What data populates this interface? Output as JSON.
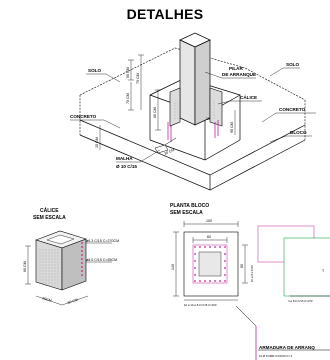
{
  "title": "DETALHES",
  "detail3d": {
    "solo_left": "SOLO",
    "solo_right": "SOLO",
    "concreto_left": "CONCRETO",
    "concreto_right": "CONCRETO",
    "pilar": "PILAR",
    "de_arranque": "DE ARRANQUE",
    "calice": "CÁLICE",
    "bloco": "BLOCO",
    "malha": "MALHA",
    "malha_spec": "Ø 10 C/15",
    "dim_50cm": "50 CM",
    "dim_70cm_a": "70 CM",
    "dim_70cm_b": "70 CM",
    "dim_60cm": "60 CM",
    "dim_15cm": "15 CM",
    "dim_15": "15",
    "dim_95cm": "95 CM",
    "dim_20cm": "20 CM"
  },
  "calice_section": {
    "title": "CÁLICE",
    "subtitle": "SEM ESCALA",
    "label_top": "ø6.3 C/15 C=270CM",
    "label_bottom": "ø8.0 C/15 C=55CM",
    "dim_left": "60 CM",
    "dim_bottom_left": "60CM",
    "dim_bottom_right": "60 CM"
  },
  "planta_section": {
    "title": "PLANTA BLOCO",
    "subtitle": "SEM ESCALA",
    "dim_top": "100",
    "dim_inner": "60",
    "dim_left": "140",
    "dim_right": "80",
    "note_right": "10 ø 8.0 C/15",
    "note_bottom": "10 ø 10 ø 8.0 C/15 C=100"
  },
  "third_view": {
    "label_bottom": "4 ø 8.0 C/15 C=270",
    "label_t": "T"
  },
  "armadura": {
    "label": "ARMADURA DE ARRANQ",
    "spec": "16 Ø 8 0MM C/15CM C= 2"
  }
}
